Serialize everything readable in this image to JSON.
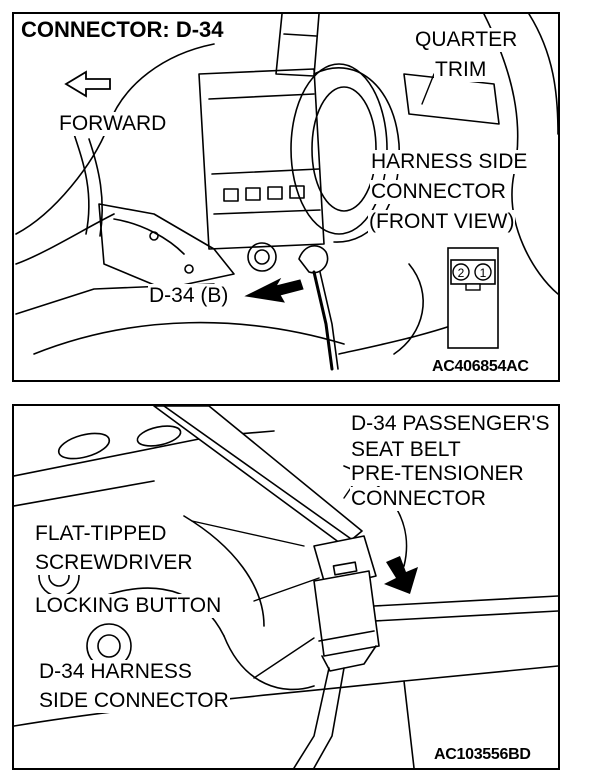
{
  "top_panel": {
    "title": "CONNECTOR: D-34",
    "labels": {
      "quarter_trim_line1": "QUARTER",
      "quarter_trim_line2": "TRIM",
      "forward": "FORWARD",
      "harness_line1": "HARNESS SIDE",
      "harness_line2": "CONNECTOR",
      "harness_line3": "(FRONT VIEW)",
      "connector_callout": "D-34 (B)"
    },
    "pin_numbers": [
      "2",
      "1"
    ],
    "figure_code": "AC406854AC"
  },
  "bottom_panel": {
    "labels": {
      "passenger_line1": "D-34 PASSENGER'S",
      "passenger_line2": "SEAT BELT",
      "passenger_line3": "PRE-TENSIONER",
      "passenger_line4": "CONNECTOR",
      "screwdriver_line1": "FLAT-TIPPED",
      "screwdriver_line2": "SCREWDRIVER",
      "locking_button": "LOCKING BUTTON",
      "harness_line1": "D-34 HARNESS",
      "harness_line2": "SIDE CONNECTOR"
    },
    "figure_code": "AC103556BD"
  }
}
